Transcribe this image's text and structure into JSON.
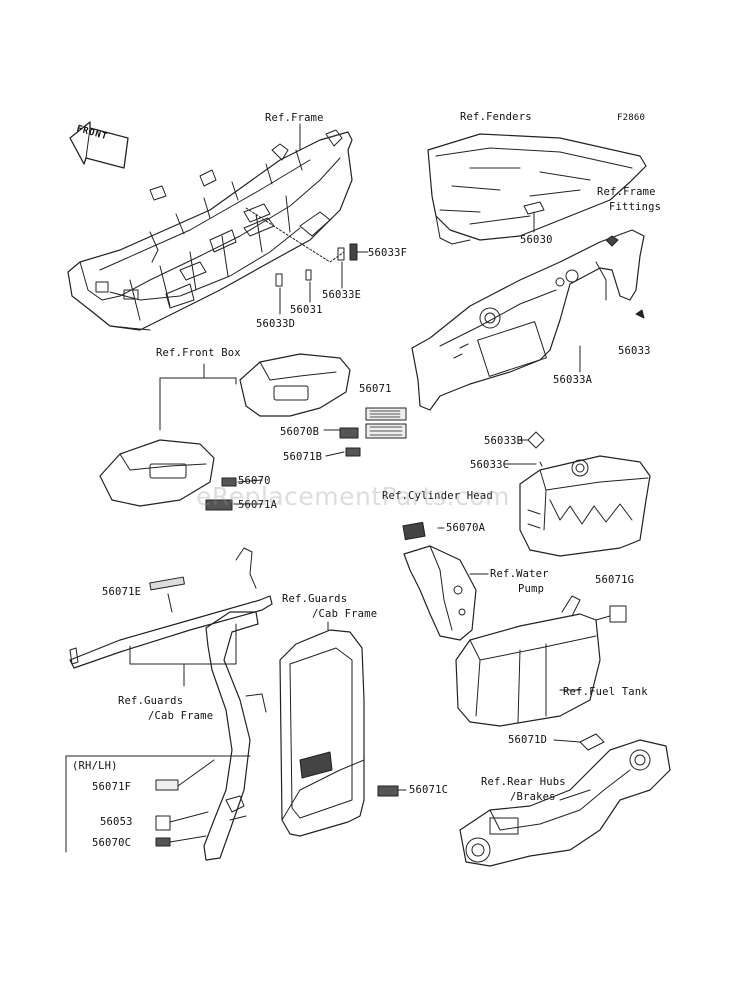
{
  "diagram_code": "F2860",
  "orientation_badge": "FRONT",
  "watermark": "eReplacementParts.com",
  "labels": {
    "ref_frame": "Ref.Frame",
    "ref_fenders": "Ref.Fenders",
    "ref_frame_fittings_1": "Ref.Frame",
    "ref_frame_fittings_2": "Fittings",
    "ref_front_box": "Ref.Front Box",
    "ref_cylinder_head": "Ref.Cylinder Head",
    "ref_water_pump_1": "Ref.Water",
    "ref_water_pump_2": "Pump",
    "ref_guards_cab_frame_top_1": "Ref.Guards",
    "ref_guards_cab_frame_top_2": "/Cab Frame",
    "ref_guards_cab_frame_bottom_1": "Ref.Guards",
    "ref_guards_cab_frame_bottom_2": "/Cab Frame",
    "ref_fuel_tank": "Ref.Fuel Tank",
    "ref_rear_hubs_1": "Ref.Rear Hubs",
    "ref_rear_hubs_2": "/Brakes",
    "rh_lh": "(RH/LH)"
  },
  "parts": {
    "p56033F": "56033F",
    "p56033E": "56033E",
    "p56031": "56031",
    "p56033D": "56033D",
    "p56030": "56030",
    "p56033": "56033",
    "p56033A": "56033A",
    "p56071": "56071",
    "p56070B": "56070B",
    "p56071B": "56071B",
    "p56070": "56070",
    "p56071A": "56071A",
    "p56033B": "56033B",
    "p56033C": "56033C",
    "p56070A": "56070A",
    "p56071E": "56071E",
    "p56071G": "56071G",
    "p56071D": "56071D",
    "p56071F": "56071F",
    "p56053": "56053",
    "p56070C": "56070C",
    "p56071C": "56071C"
  }
}
